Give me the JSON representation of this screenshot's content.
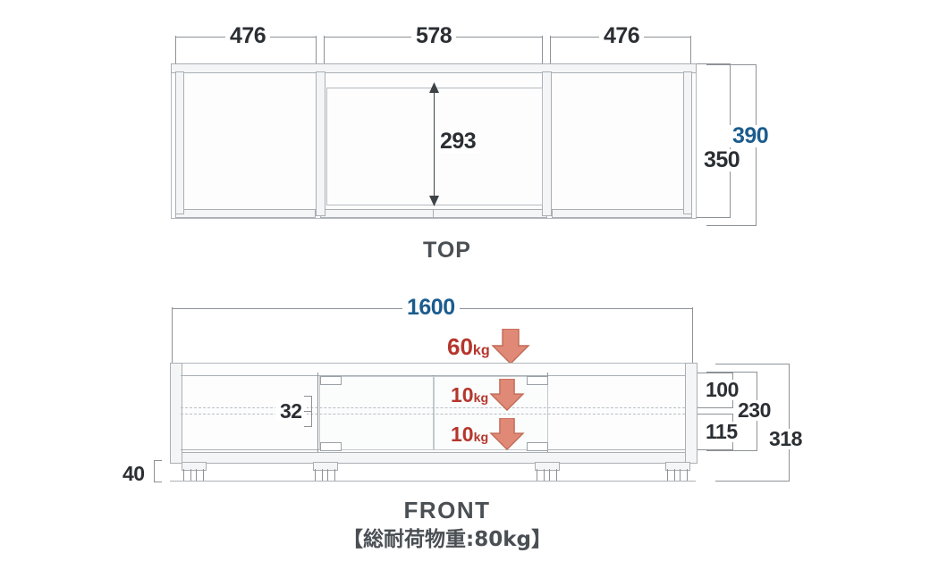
{
  "title": "Furniture dimension drawing",
  "views": {
    "top": {
      "caption": "TOP",
      "dimensions": {
        "left_section": "476",
        "center_section": "578",
        "right_section": "476",
        "inner_depth": "293",
        "body_depth": "350",
        "overall_depth": "390"
      }
    },
    "front": {
      "caption": "FRONT",
      "subcaption": "【総耐荷物重:80kg】",
      "dimensions": {
        "overall_width": "1600",
        "shelf_thickness": "32",
        "caster_height": "40",
        "upper_opening": "100",
        "lower_opening": "115",
        "cabinet_inner": "230",
        "overall_height": "318"
      },
      "loads": [
        {
          "id": "top-surface-load",
          "value": "60",
          "unit": "kg"
        },
        {
          "id": "upper-shelf-load",
          "value": "10",
          "unit": "kg"
        },
        {
          "id": "lower-shelf-load",
          "value": "10",
          "unit": "kg"
        }
      ]
    }
  },
  "colors": {
    "dimension_blue": "#1b5c8e",
    "dimension_black": "#2b2f33",
    "load_text_red": "#b5362c",
    "arrow_fill": "#e08976",
    "arrow_stroke": "#b5362c",
    "line_gray": "#8d9296",
    "background": "#ffffff"
  }
}
